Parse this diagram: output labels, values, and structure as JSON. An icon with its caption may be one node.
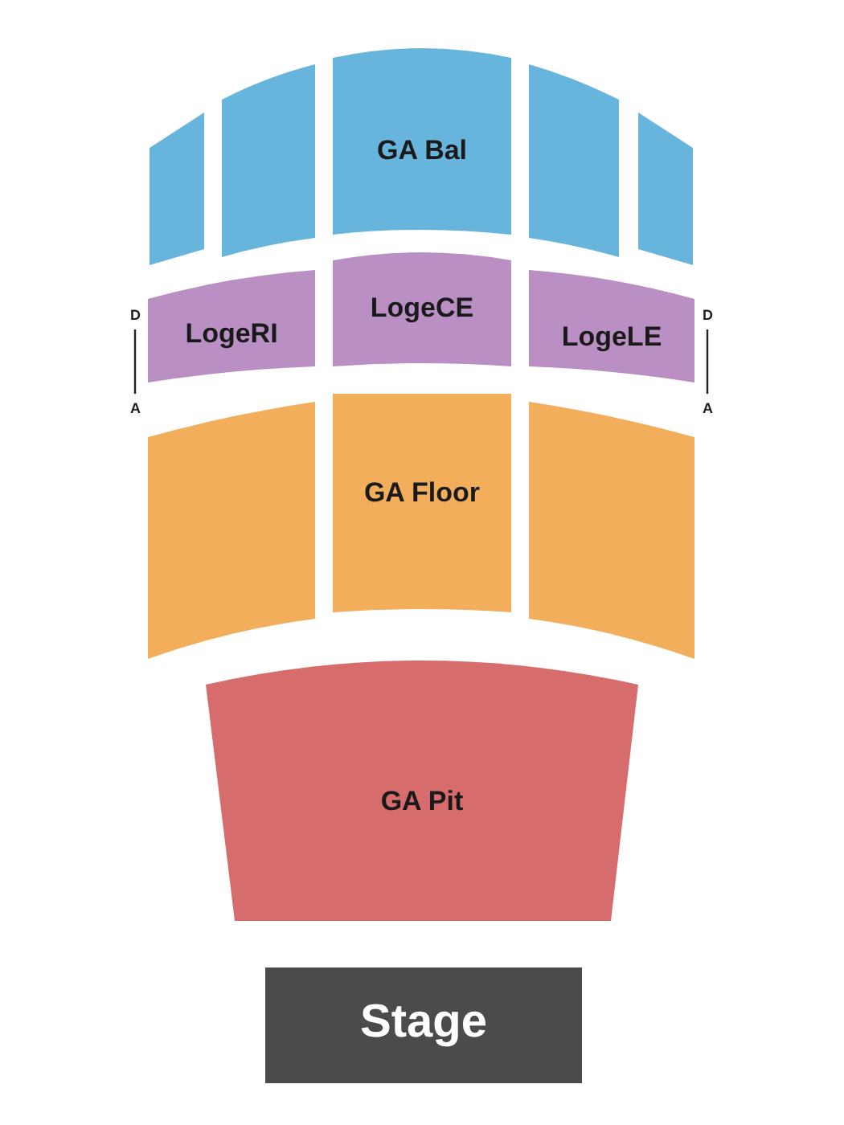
{
  "diagram": {
    "nodes": [
      {
        "text": [],
        "shape": "box"
      },
      {
        "text": [],
        "shape": "box"
      },
      {
        "text": [
          "GA Bal"
        ]
      },
      {
        "text": [],
        "shape": "box"
      },
      {
        "text": [],
        "shape": "box"
      },
      {
        "text": [
          "LogeRI"
        ]
      },
      {
        "text": [
          "LogeCE"
        ]
      },
      {
        "text": [
          "LogeLE"
        ]
      },
      {
        "text": [],
        "shape": "box"
      },
      {
        "text": [
          "GA Floor"
        ]
      },
      {
        "text": [],
        "shape": "box"
      },
      {
        "text": [
          "GA Pit"
        ]
      },
      {
        "text": [
          "Stage"
        ]
      }
    ],
    "labels": [
      "D",
      "D",
      "A",
      "A"
    ]
  }
}
